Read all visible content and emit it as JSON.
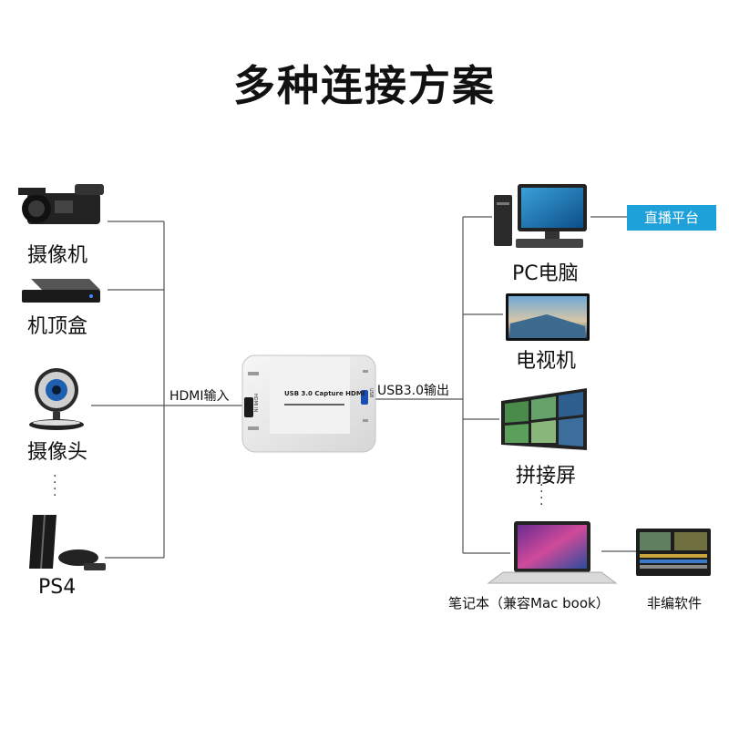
{
  "title": "多种连接方案",
  "inputs": {
    "camcorder_label": "摄像机",
    "settop_label": "机顶盒",
    "webcam_label": "摄像头",
    "ps4_label": "PS4"
  },
  "device": {
    "input_label": "HDMI输入",
    "output_label": "USB3.0输出",
    "name_text": "USB 3.0 Capture HDMI",
    "side_text": "HDMI IN",
    "usb_side_text": "USB"
  },
  "outputs": {
    "pc_label": "PC电脑",
    "tv_label": "电视机",
    "videowall_label": "拼接屏",
    "laptop_label": "笔记本（兼容Mac book）",
    "streaming_label": "直播平台",
    "editing_label": "非编软件"
  },
  "colors": {
    "line": "#555555",
    "badge": "#1ea1d8",
    "device_body": "#e9e9e9"
  }
}
